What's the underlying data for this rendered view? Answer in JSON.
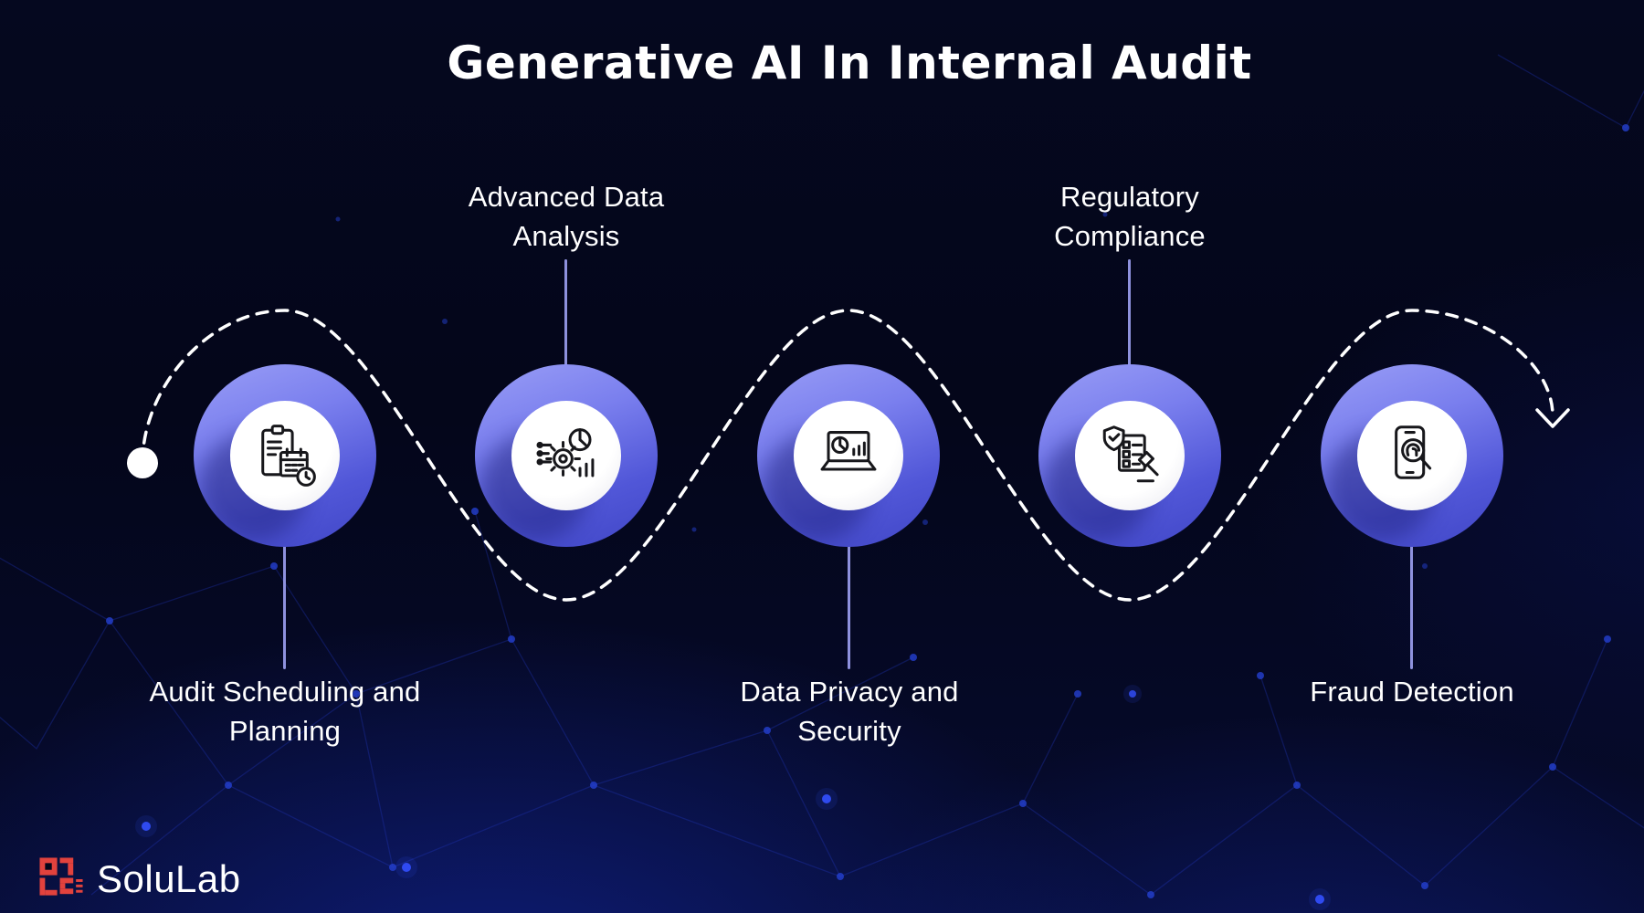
{
  "title": "Generative AI In Internal Audit",
  "logo": {
    "text": "SoluLab"
  },
  "steps": [
    {
      "label": "Audit Scheduling and Planning",
      "position": "below",
      "icon": "audit-scheduling-icon"
    },
    {
      "label": "Advanced Data Analysis",
      "position": "above",
      "icon": "advanced-data-analysis-icon"
    },
    {
      "label": "Data Privacy and Security",
      "position": "below",
      "icon": "data-privacy-security-icon"
    },
    {
      "label": "Regulatory Compliance",
      "position": "above",
      "icon": "regulatory-compliance-icon"
    },
    {
      "label": "Fraud Detection",
      "position": "below",
      "icon": "fraud-detection-icon"
    }
  ],
  "flow": {
    "style": "dashed-serpentine",
    "start_marker": "start-dot",
    "end_marker": "arrow-down-icon"
  },
  "colors": {
    "background_navy": "#05081f",
    "circle_purple": "#6b70e6",
    "circle_inner": "#ffffff",
    "flow_dash": "#ffffff",
    "connector_line": "#9da1f3",
    "logo_red": "#e2423d",
    "text": "#ffffff"
  }
}
